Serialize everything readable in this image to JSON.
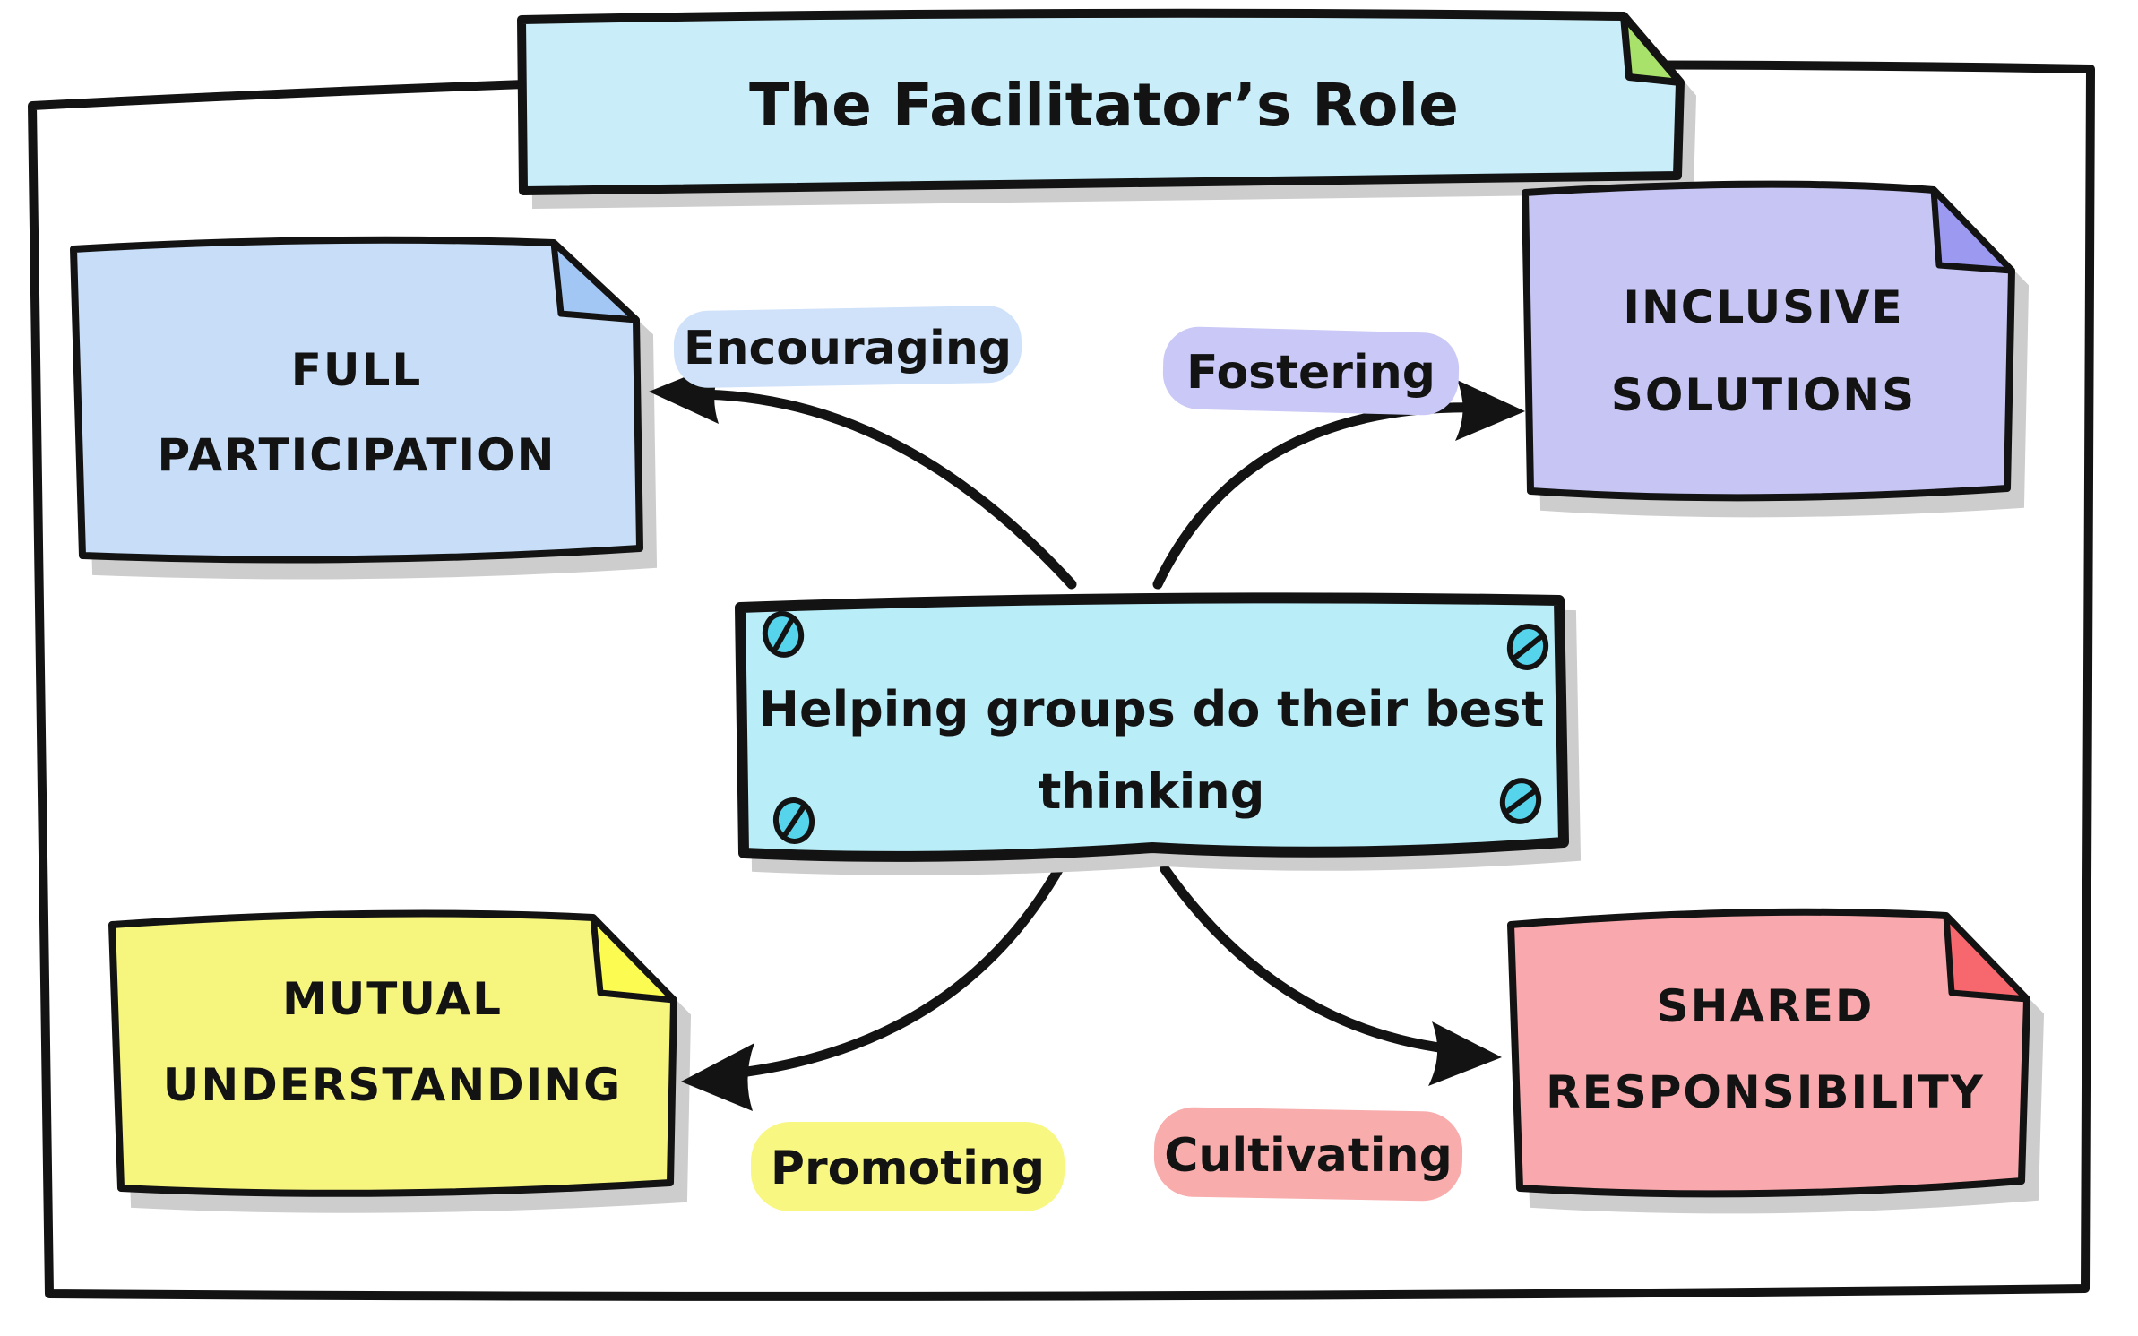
{
  "title": {
    "text": "The Facilitator’s Role"
  },
  "center": {
    "line1": "Helping groups do their best",
    "line2": "thinking"
  },
  "notes": {
    "full_participation": {
      "line1": "FULL",
      "line2": "PARTICIPATION"
    },
    "inclusive_solutions": {
      "line1": "INCLUSIVE",
      "line2": "SOLUTIONS"
    },
    "mutual_understanding": {
      "line1": "MUTUAL",
      "line2": "UNDERSTANDING"
    },
    "shared_responsibility": {
      "line1": "SHARED",
      "line2": "RESPONSIBILITY"
    }
  },
  "labels": {
    "encouraging": "Encouraging",
    "fostering": "Fostering",
    "promoting": "Promoting",
    "cultivating": "Cultivating"
  },
  "colors": {
    "ink": "#131313",
    "banner_bg": "#c9eefa",
    "banner_fold": "#a9e26a",
    "center_bg": "#b9edf8",
    "screw": "#55d4ec",
    "note_blue_bg": "#c7ddf8",
    "note_blue_fold": "#a2c7f5",
    "note_purple_bg": "#c6c5f4",
    "note_purple_fold": "#9b9af0",
    "note_yellow_bg": "#f6f67e",
    "note_yellow_fold": "#fbfb52",
    "note_pink_bg": "#f9a9ad",
    "note_pink_fold": "#f6676e",
    "hl_encouraging": "#cfe2fa",
    "hl_fostering": "#c9c8f6",
    "hl_promoting": "#f7f782",
    "hl_cultivating": "#f8acac",
    "shadow": "#cdcdcd"
  }
}
